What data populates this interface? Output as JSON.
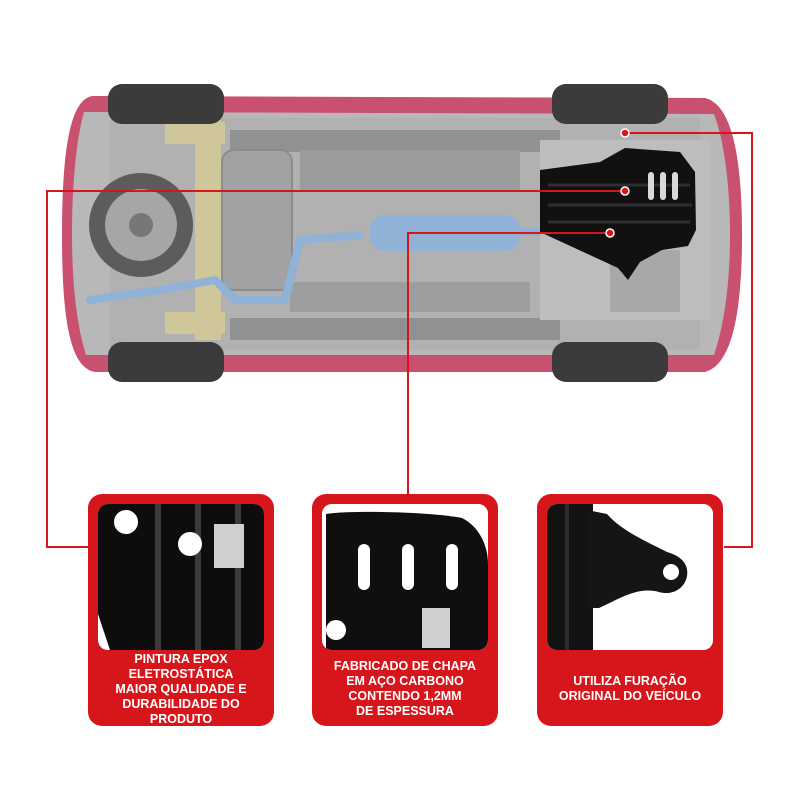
{
  "colors": {
    "accent": "#d7161c",
    "car_body": "#c9506e",
    "frame": "#8a8d8f",
    "exhaust": "#8fb2d6",
    "protector": "#111111",
    "caption_text": "#ffffff"
  },
  "features": [
    {
      "caption": "PINTURA EPOX\nELETROSTÁTICA\nMAIOR QUALIDADE E\nDURABILIDADE DO PRODUTO"
    },
    {
      "caption": "FABRICADO DE CHAPA\nEM AÇO CARBONO\nCONTENDO 1,2MM\nDE ESPESSURA"
    },
    {
      "caption": "UTILIZA FURAÇÃO\nORIGINAL DO VEÍCULO"
    }
  ]
}
